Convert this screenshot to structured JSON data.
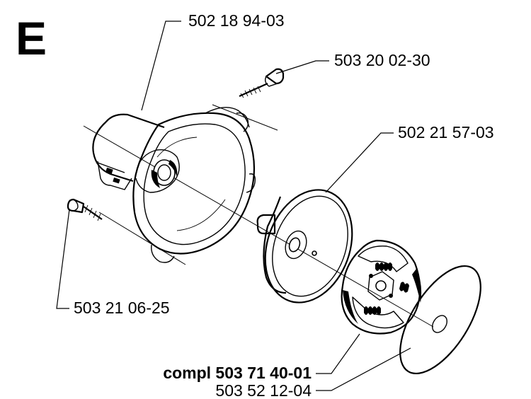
{
  "section_letter": "E",
  "parts": {
    "housing": {
      "label": "502 18 94-03"
    },
    "screw_top": {
      "label": "503 20 02-30"
    },
    "clutch_drum": {
      "label": "502 21 57-03"
    },
    "screw_left": {
      "label": "503 21 06-25"
    },
    "clutch_assembly": {
      "label": "compl 503 71 40-01"
    },
    "washer": {
      "label": "503 52 12-04"
    }
  }
}
